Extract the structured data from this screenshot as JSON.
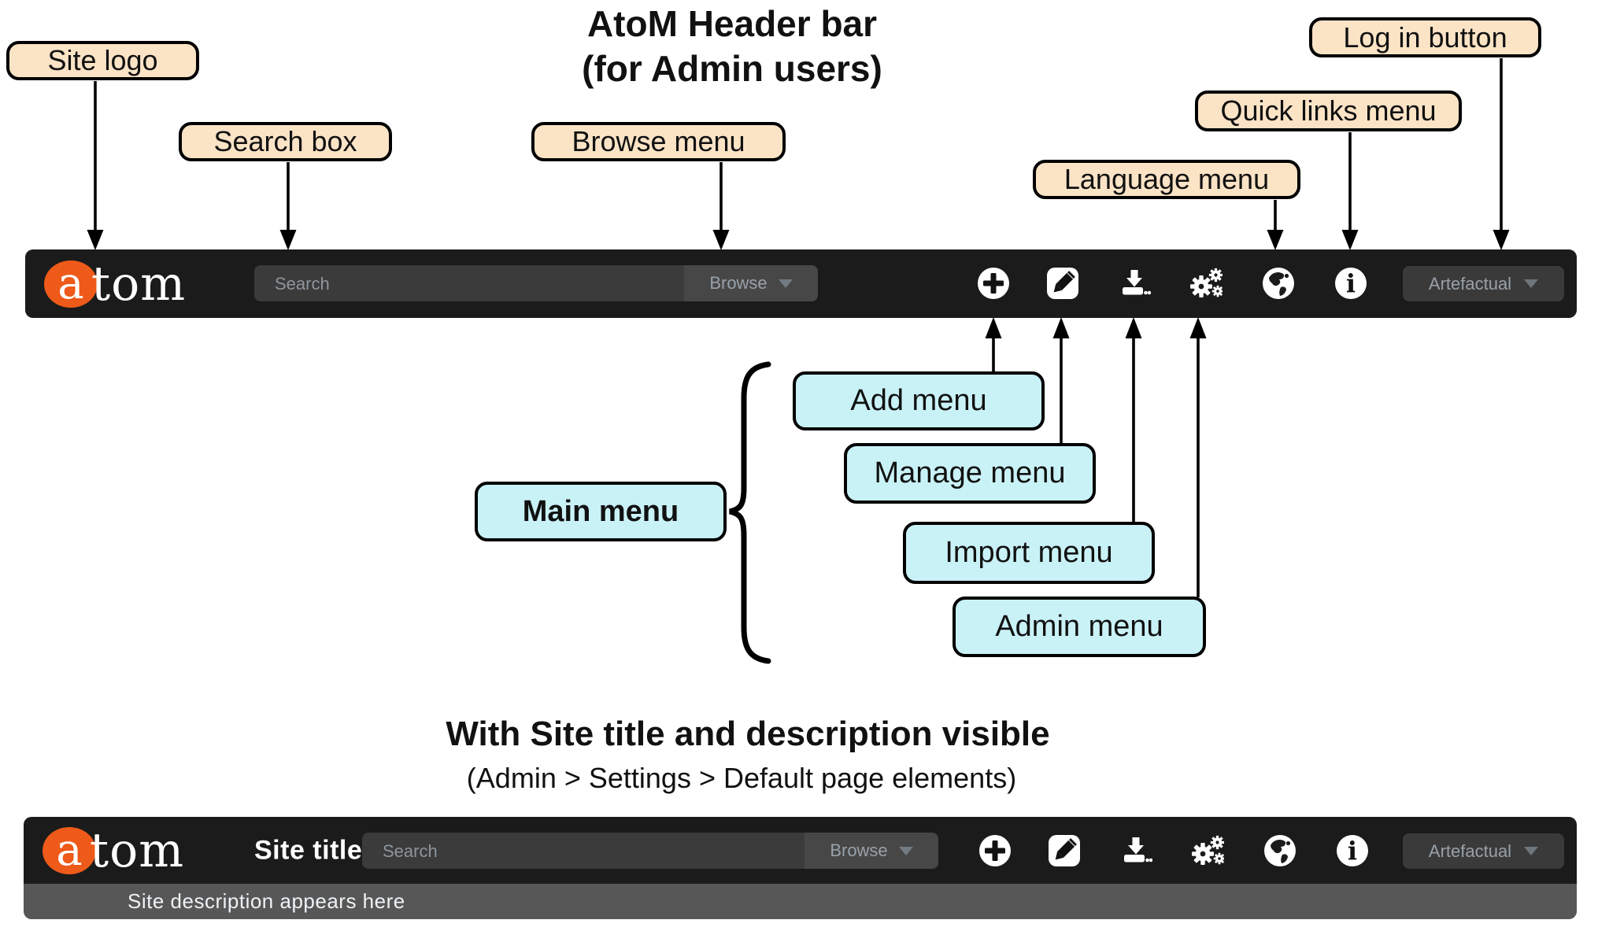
{
  "annotations": {
    "header_title": {
      "line1": "AtoM Header bar",
      "line2": "(for Admin users)"
    },
    "section2": {
      "title": "With Site title and description visible",
      "subtitle": "(Admin > Settings > Default page elements)"
    },
    "callouts": {
      "site_logo": "Site logo",
      "search_box": "Search box",
      "browse_menu": "Browse menu",
      "language_menu": "Language menu",
      "quick_links_menu": "Quick links menu",
      "log_in_button": "Log in button",
      "add_menu": "Add menu",
      "manage_menu": "Manage menu",
      "import_menu": "Import menu",
      "admin_menu": "Admin menu",
      "main_menu": "Main menu"
    },
    "colors": {
      "callout_fill": "#fbe3c6",
      "menu_callout_fill": "#c9f2f7"
    }
  },
  "header": {
    "logo": {
      "a": "a",
      "rest": "tom"
    },
    "search": {
      "placeholder": "Search"
    },
    "browse_label": "Browse",
    "user_menu_label": "Artefactual",
    "site_title": "Site title",
    "site_description": "Site description appears here",
    "icons": {
      "add": "add-icon",
      "edit": "edit-icon",
      "import": "import-icon",
      "admin": "admin-gears-icon",
      "language": "globe-icon",
      "quick_links": "info-icon"
    },
    "colors": {
      "bar": "#1b1b1b",
      "search_field": "#3b3b3b",
      "browse_segment": "#474747",
      "logo_orange": "#ee5a19",
      "description_bar": "#575757"
    }
  }
}
